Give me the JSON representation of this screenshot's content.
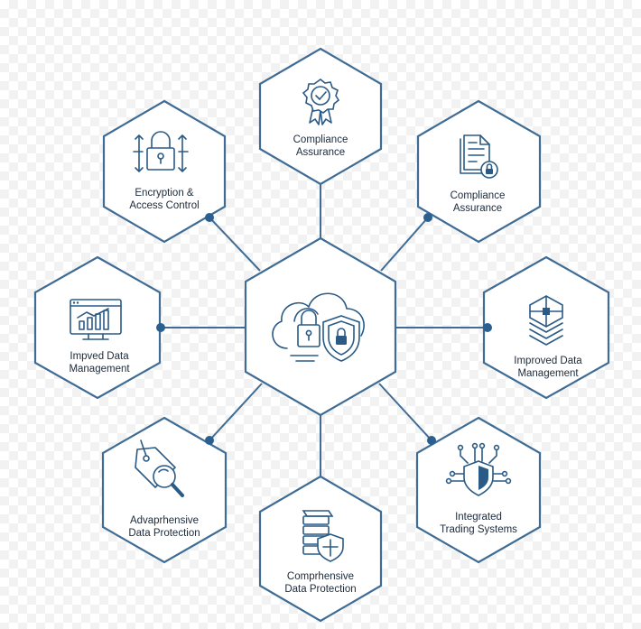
{
  "nodes": {
    "top": {
      "line1": "Compliance",
      "line2": "Assurance"
    },
    "top_left": {
      "line1": "Encryption &",
      "line2": "Access Control"
    },
    "top_right": {
      "line1": "Compliance",
      "line2": "Assurance"
    },
    "left": {
      "line1": "Impved Data",
      "line2": "Management"
    },
    "right": {
      "line1": "Improved Data",
      "line2": "Management"
    },
    "bottom_left": {
      "line1": "Advaprhensive",
      "line2": "Data Protection"
    },
    "bottom": {
      "line1": "Comprhensive",
      "line2": "Data Protection"
    },
    "bottom_right": {
      "line1": "Integrated",
      "line2": "Trading Systems"
    }
  },
  "colors": {
    "stroke": "#3f6c95",
    "icon": "#2a5a85",
    "dot": "#2a5f8f"
  }
}
